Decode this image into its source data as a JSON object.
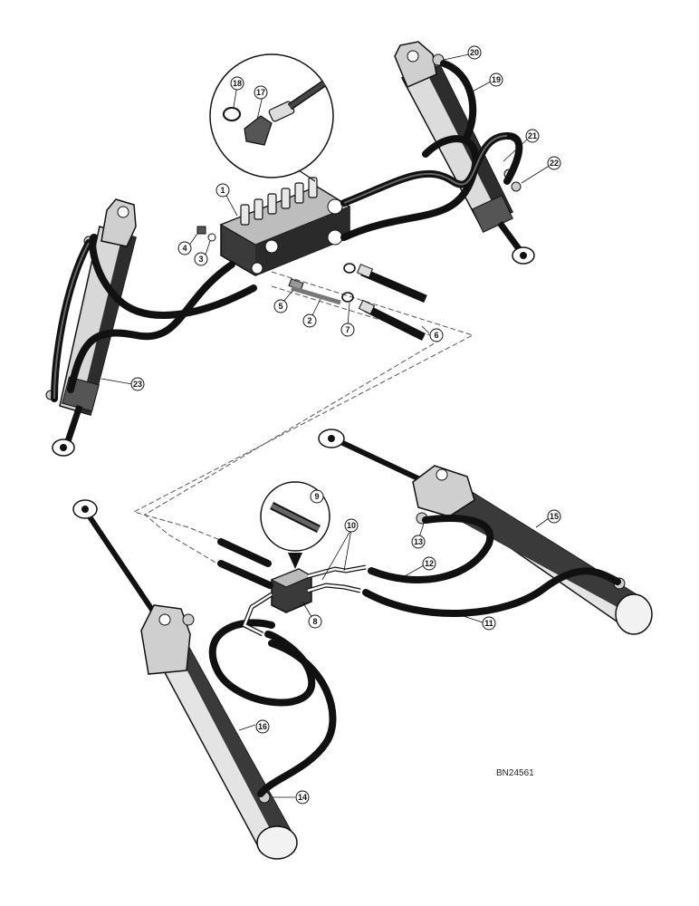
{
  "drawing_code": "BN24561",
  "callouts": [
    {
      "id": "c1",
      "label": "1"
    },
    {
      "id": "c2",
      "label": "2"
    },
    {
      "id": "c3",
      "label": "3"
    },
    {
      "id": "c4",
      "label": "4"
    },
    {
      "id": "c5",
      "label": "5"
    },
    {
      "id": "c6",
      "label": "6"
    },
    {
      "id": "c7",
      "label": "7"
    },
    {
      "id": "c8",
      "label": "8"
    },
    {
      "id": "c9",
      "label": "9"
    },
    {
      "id": "c10",
      "label": "10"
    },
    {
      "id": "c11",
      "label": "11"
    },
    {
      "id": "c12",
      "label": "12"
    },
    {
      "id": "c13",
      "label": "13"
    },
    {
      "id": "c14",
      "label": "14"
    },
    {
      "id": "c15",
      "label": "15"
    },
    {
      "id": "c16",
      "label": "16"
    },
    {
      "id": "c17",
      "label": "17"
    },
    {
      "id": "c18",
      "label": "18"
    },
    {
      "id": "c19",
      "label": "19"
    },
    {
      "id": "c20",
      "label": "20"
    },
    {
      "id": "c21",
      "label": "21"
    },
    {
      "id": "c22",
      "label": "22"
    },
    {
      "id": "c23",
      "label": "23"
    }
  ]
}
